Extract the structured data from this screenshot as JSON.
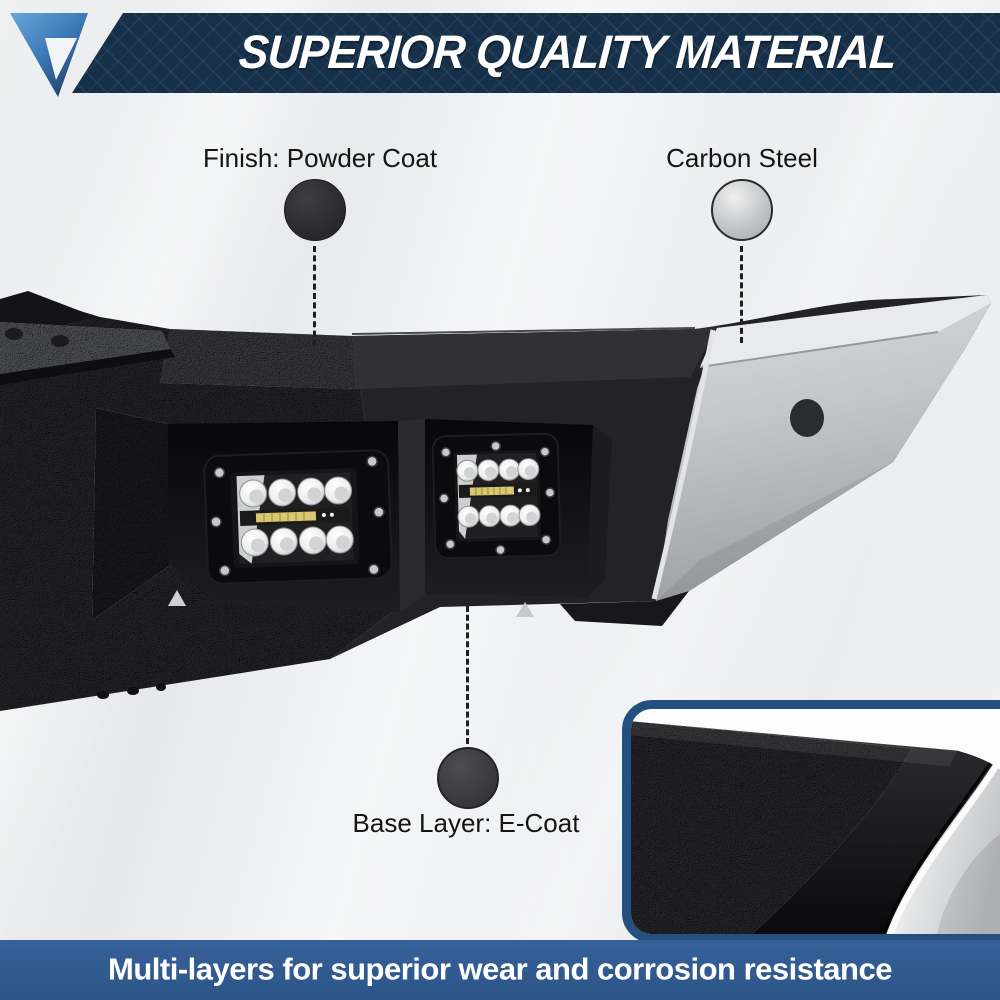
{
  "header": {
    "title": "SUPERIOR QUALITY MATERIAL",
    "background_color": "#16304a",
    "logo_icon": "brand-arrow-logo"
  },
  "callouts": [
    {
      "label": "Finish: Powder Coat",
      "swatch_icon": "powder-coat-swatch-icon",
      "swatch_color": "#2e2e31"
    },
    {
      "label": "Carbon Steel",
      "swatch_icon": "carbon-steel-swatch-icon",
      "swatch_color": "#c6c8ca"
    },
    {
      "label": "Base Layer: E-Coat",
      "swatch_icon": "e-coat-swatch-icon",
      "swatch_color": "#3f3f44"
    }
  ],
  "footer": {
    "caption": "Multi-layers for superior wear and corrosion resistance",
    "background_color": "#2f5a8f"
  },
  "colors": {
    "header_bg": "#16304a",
    "footer_bg": "#2f5a8f",
    "logo_blue": "#4e93d0",
    "steel_silver": "#c6c8ca",
    "inset_border_blue": "#24507f"
  }
}
